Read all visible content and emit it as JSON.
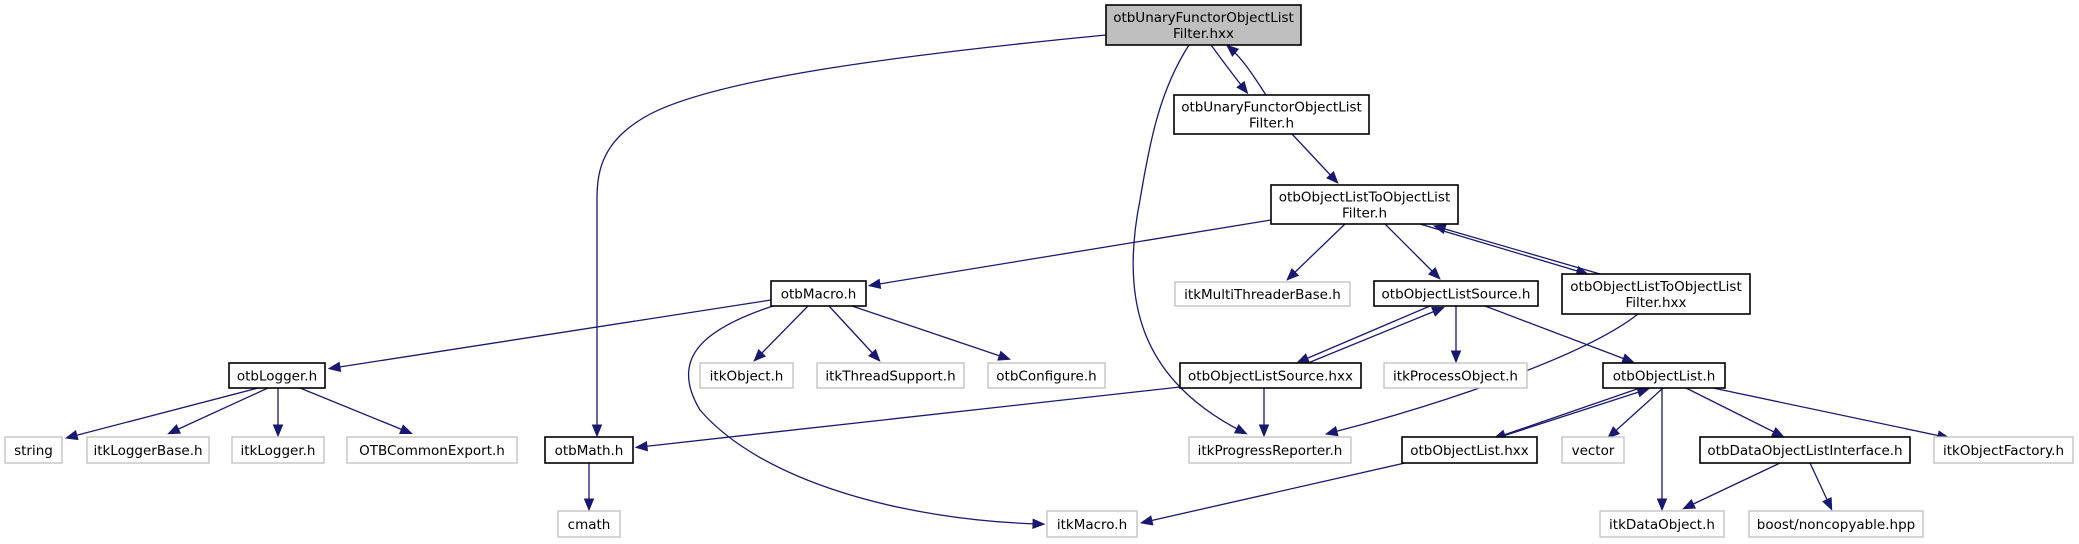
{
  "title": "otbUnaryFunctorObjectListFilter.hxx include dependency graph",
  "colors": {
    "edge": "#191970",
    "root_fill": "#bfbfbf",
    "root_border": "#000000",
    "local_border": "#000000",
    "external_border": "#bfbfbf"
  },
  "nodes": [
    {
      "id": "root",
      "lines": [
        "otbUnaryFunctorObjectList",
        "Filter.hxx"
      ],
      "kind": "root"
    },
    {
      "id": "unary_h",
      "lines": [
        "otbUnaryFunctorObjectList",
        "Filter.h"
      ],
      "kind": "local"
    },
    {
      "id": "ol2ol_h",
      "lines": [
        "otbObjectListToObjectList",
        "Filter.h"
      ],
      "kind": "local"
    },
    {
      "id": "ol2ol_hxx",
      "lines": [
        "otbObjectListToObjectList",
        "Filter.hxx"
      ],
      "kind": "local"
    },
    {
      "id": "multithreader",
      "lines": [
        "itkMultiThreaderBase.h"
      ],
      "kind": "external"
    },
    {
      "id": "ols_h",
      "lines": [
        "otbObjectListSource.h"
      ],
      "kind": "local"
    },
    {
      "id": "macro",
      "lines": [
        "otbMacro.h"
      ],
      "kind": "local"
    },
    {
      "id": "itkobject",
      "lines": [
        "itkObject.h"
      ],
      "kind": "external"
    },
    {
      "id": "threadsupport",
      "lines": [
        "itkThreadSupport.h"
      ],
      "kind": "external"
    },
    {
      "id": "configure",
      "lines": [
        "otbConfigure.h"
      ],
      "kind": "external"
    },
    {
      "id": "logger",
      "lines": [
        "otbLogger.h"
      ],
      "kind": "local"
    },
    {
      "id": "string",
      "lines": [
        "string"
      ],
      "kind": "external"
    },
    {
      "id": "loggerbase",
      "lines": [
        "itkLoggerBase.h"
      ],
      "kind": "external"
    },
    {
      "id": "itklogger",
      "lines": [
        "itkLogger.h"
      ],
      "kind": "external"
    },
    {
      "id": "commonexport",
      "lines": [
        "OTBCommonExport.h"
      ],
      "kind": "external"
    },
    {
      "id": "math",
      "lines": [
        "otbMath.h"
      ],
      "kind": "local"
    },
    {
      "id": "cmath",
      "lines": [
        "cmath"
      ],
      "kind": "external"
    },
    {
      "id": "itkmacro",
      "lines": [
        "itkMacro.h"
      ],
      "kind": "external"
    },
    {
      "id": "ols_hxx",
      "lines": [
        "otbObjectListSource.hxx"
      ],
      "kind": "local"
    },
    {
      "id": "processobject",
      "lines": [
        "itkProcessObject.h"
      ],
      "kind": "external"
    },
    {
      "id": "objectlist_h",
      "lines": [
        "otbObjectList.h"
      ],
      "kind": "local"
    },
    {
      "id": "progress",
      "lines": [
        "itkProgressReporter.h"
      ],
      "kind": "external"
    },
    {
      "id": "objectlist_hxx",
      "lines": [
        "otbObjectList.hxx"
      ],
      "kind": "local"
    },
    {
      "id": "vector",
      "lines": [
        "vector"
      ],
      "kind": "external"
    },
    {
      "id": "dataobjlistif",
      "lines": [
        "otbDataObjectListInterface.h"
      ],
      "kind": "local"
    },
    {
      "id": "objectfactory",
      "lines": [
        "itkObjectFactory.h"
      ],
      "kind": "external"
    },
    {
      "id": "dataobject",
      "lines": [
        "itkDataObject.h"
      ],
      "kind": "external"
    },
    {
      "id": "noncopyable",
      "lines": [
        "boost/noncopyable.hpp"
      ],
      "kind": "external"
    }
  ],
  "edges": [
    [
      "root",
      "unary_h"
    ],
    [
      "root",
      "math"
    ],
    [
      "root",
      "progress"
    ],
    [
      "unary_h",
      "root"
    ],
    [
      "unary_h",
      "ol2ol_h"
    ],
    [
      "ol2ol_h",
      "macro"
    ],
    [
      "ol2ol_h",
      "multithreader"
    ],
    [
      "ol2ol_h",
      "ols_h"
    ],
    [
      "ol2ol_h",
      "ol2ol_hxx"
    ],
    [
      "ol2ol_hxx",
      "ol2ol_h"
    ],
    [
      "ol2ol_hxx",
      "progress"
    ],
    [
      "macro",
      "logger"
    ],
    [
      "macro",
      "itkobject"
    ],
    [
      "macro",
      "threadsupport"
    ],
    [
      "macro",
      "configure"
    ],
    [
      "macro",
      "itkmacro"
    ],
    [
      "logger",
      "string"
    ],
    [
      "logger",
      "loggerbase"
    ],
    [
      "logger",
      "itklogger"
    ],
    [
      "logger",
      "commonexport"
    ],
    [
      "math",
      "cmath"
    ],
    [
      "ols_h",
      "ols_hxx"
    ],
    [
      "ols_h",
      "processobject"
    ],
    [
      "ols_h",
      "objectlist_h"
    ],
    [
      "ols_hxx",
      "ols_h"
    ],
    [
      "ols_hxx",
      "math"
    ],
    [
      "ols_hxx",
      "progress"
    ],
    [
      "objectlist_h",
      "objectlist_hxx"
    ],
    [
      "objectlist_h",
      "vector"
    ],
    [
      "objectlist_h",
      "dataobject"
    ],
    [
      "objectlist_h",
      "dataobjlistif"
    ],
    [
      "objectlist_h",
      "objectfactory"
    ],
    [
      "objectlist_hxx",
      "objectlist_h"
    ],
    [
      "objectlist_hxx",
      "itkmacro"
    ],
    [
      "dataobjlistif",
      "dataobject"
    ],
    [
      "dataobjlistif",
      "noncopyable"
    ]
  ]
}
